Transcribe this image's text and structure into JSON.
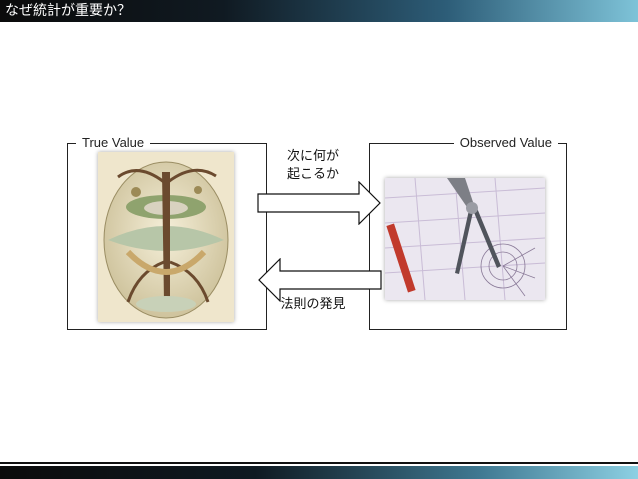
{
  "slide": {
    "title": "なぜ統計が重要か？"
  },
  "left_panel": {
    "label": "True Value"
  },
  "right_panel": {
    "label": "Observed Value"
  },
  "arrows": {
    "forward_text_line1": "次に何が",
    "forward_text_line2": "起こるか",
    "backward_text": "法則の発見"
  },
  "colors": {
    "title_bar_dark": "#0b0b0b",
    "title_bar_light": "#7ec3d8",
    "border": "#222222"
  }
}
